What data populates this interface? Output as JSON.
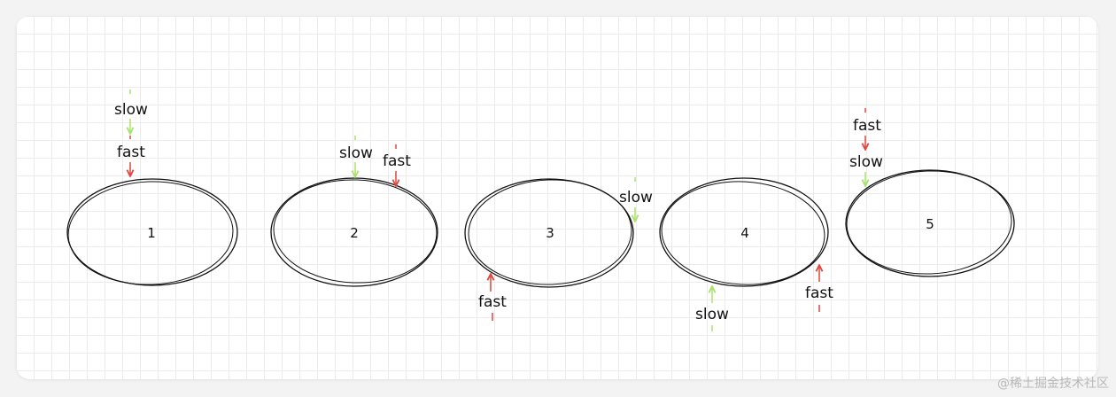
{
  "colors": {
    "slow": "#a8e26a",
    "fast": "#e0473c",
    "stroke": "#111111"
  },
  "nodes": [
    {
      "label": "1"
    },
    {
      "label": "2"
    },
    {
      "label": "3"
    },
    {
      "label": "4"
    },
    {
      "label": "5"
    }
  ],
  "pointers": {
    "slow": "slow",
    "fast": "fast"
  },
  "watermark": "@稀土掘金技术社区"
}
